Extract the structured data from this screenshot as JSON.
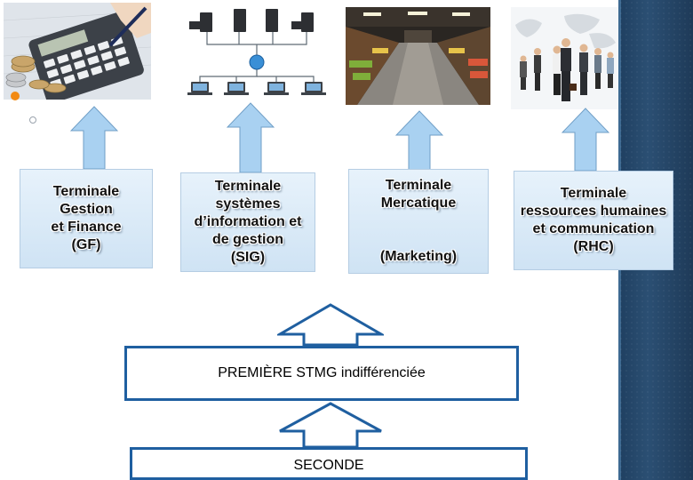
{
  "terminales": [
    {
      "label": "Terminale\nGestion\net Finance\n(GF)"
    },
    {
      "label": "Terminale\nsystèmes\nd’information et\nde gestion\n(SIG)"
    },
    {
      "label": "Terminale\nMercatique\n\n\n(Marketing)"
    },
    {
      "label": "Terminale\nressources humaines\net communication\n(RHC)"
    }
  ],
  "premiere": {
    "label": "PREMIÈRE STMG indifférenciée"
  },
  "seconde": {
    "label": "SECONDE"
  },
  "photos": [
    {
      "icon": "calculator-finance-photo"
    },
    {
      "icon": "computer-network-diagram"
    },
    {
      "icon": "store-aisle-photo"
    },
    {
      "icon": "business-people-photo"
    }
  ],
  "colors": {
    "arrow_fill": "#a9d1f1",
    "box_fill": "#d9eaf7",
    "level_border": "#1f5fa0",
    "side_panel": "#24466a",
    "bullet": "#f28a14"
  }
}
